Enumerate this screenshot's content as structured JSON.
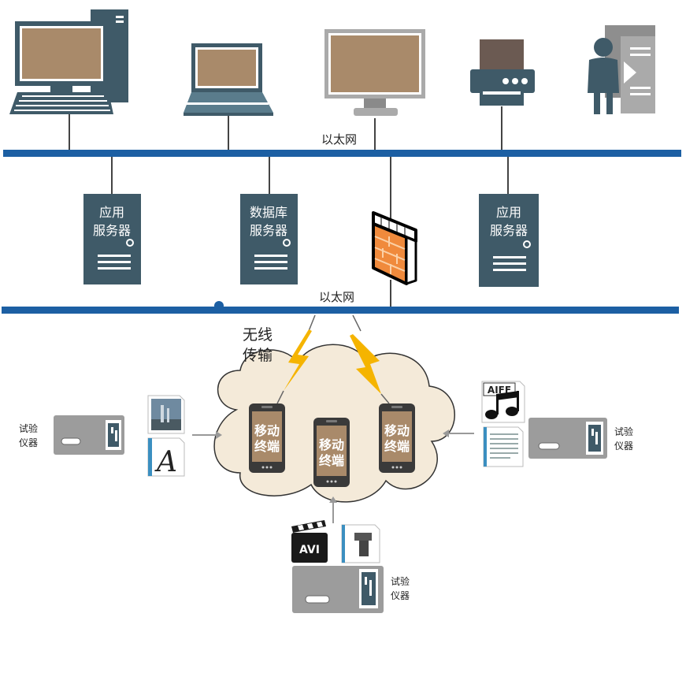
{
  "networks": {
    "ethernet_top": "以太网",
    "ethernet_bottom": "以太网"
  },
  "servers": [
    {
      "line1": "应用",
      "line2": "服务器"
    },
    {
      "line1": "数据库",
      "line2": "服务器"
    },
    {
      "line1": "应用",
      "line2": "服务器"
    }
  ],
  "wireless": {
    "line1": "无线",
    "line2": "传输"
  },
  "mobile": [
    {
      "line1": "移动",
      "line2": "终端"
    },
    {
      "line1": "移动",
      "line2": "终端"
    },
    {
      "line1": "移动",
      "line2": "终端"
    }
  ],
  "instruments": [
    {
      "line1": "试验",
      "line2": "仪器"
    },
    {
      "line1": "试验",
      "line2": "仪器"
    },
    {
      "line1": "试验",
      "line2": "仪器"
    }
  ],
  "file_icons": {
    "aiff": "AIFF",
    "avi": "AVI"
  },
  "colors": {
    "network_line": "#1c5fa3",
    "server": "#3f5a68",
    "screen": "#a98a6a",
    "cloud": "#f4ead9",
    "instrument": "#9c9c9c",
    "lightning": "#f5b400",
    "firewall_brick": "#f08a3c"
  }
}
